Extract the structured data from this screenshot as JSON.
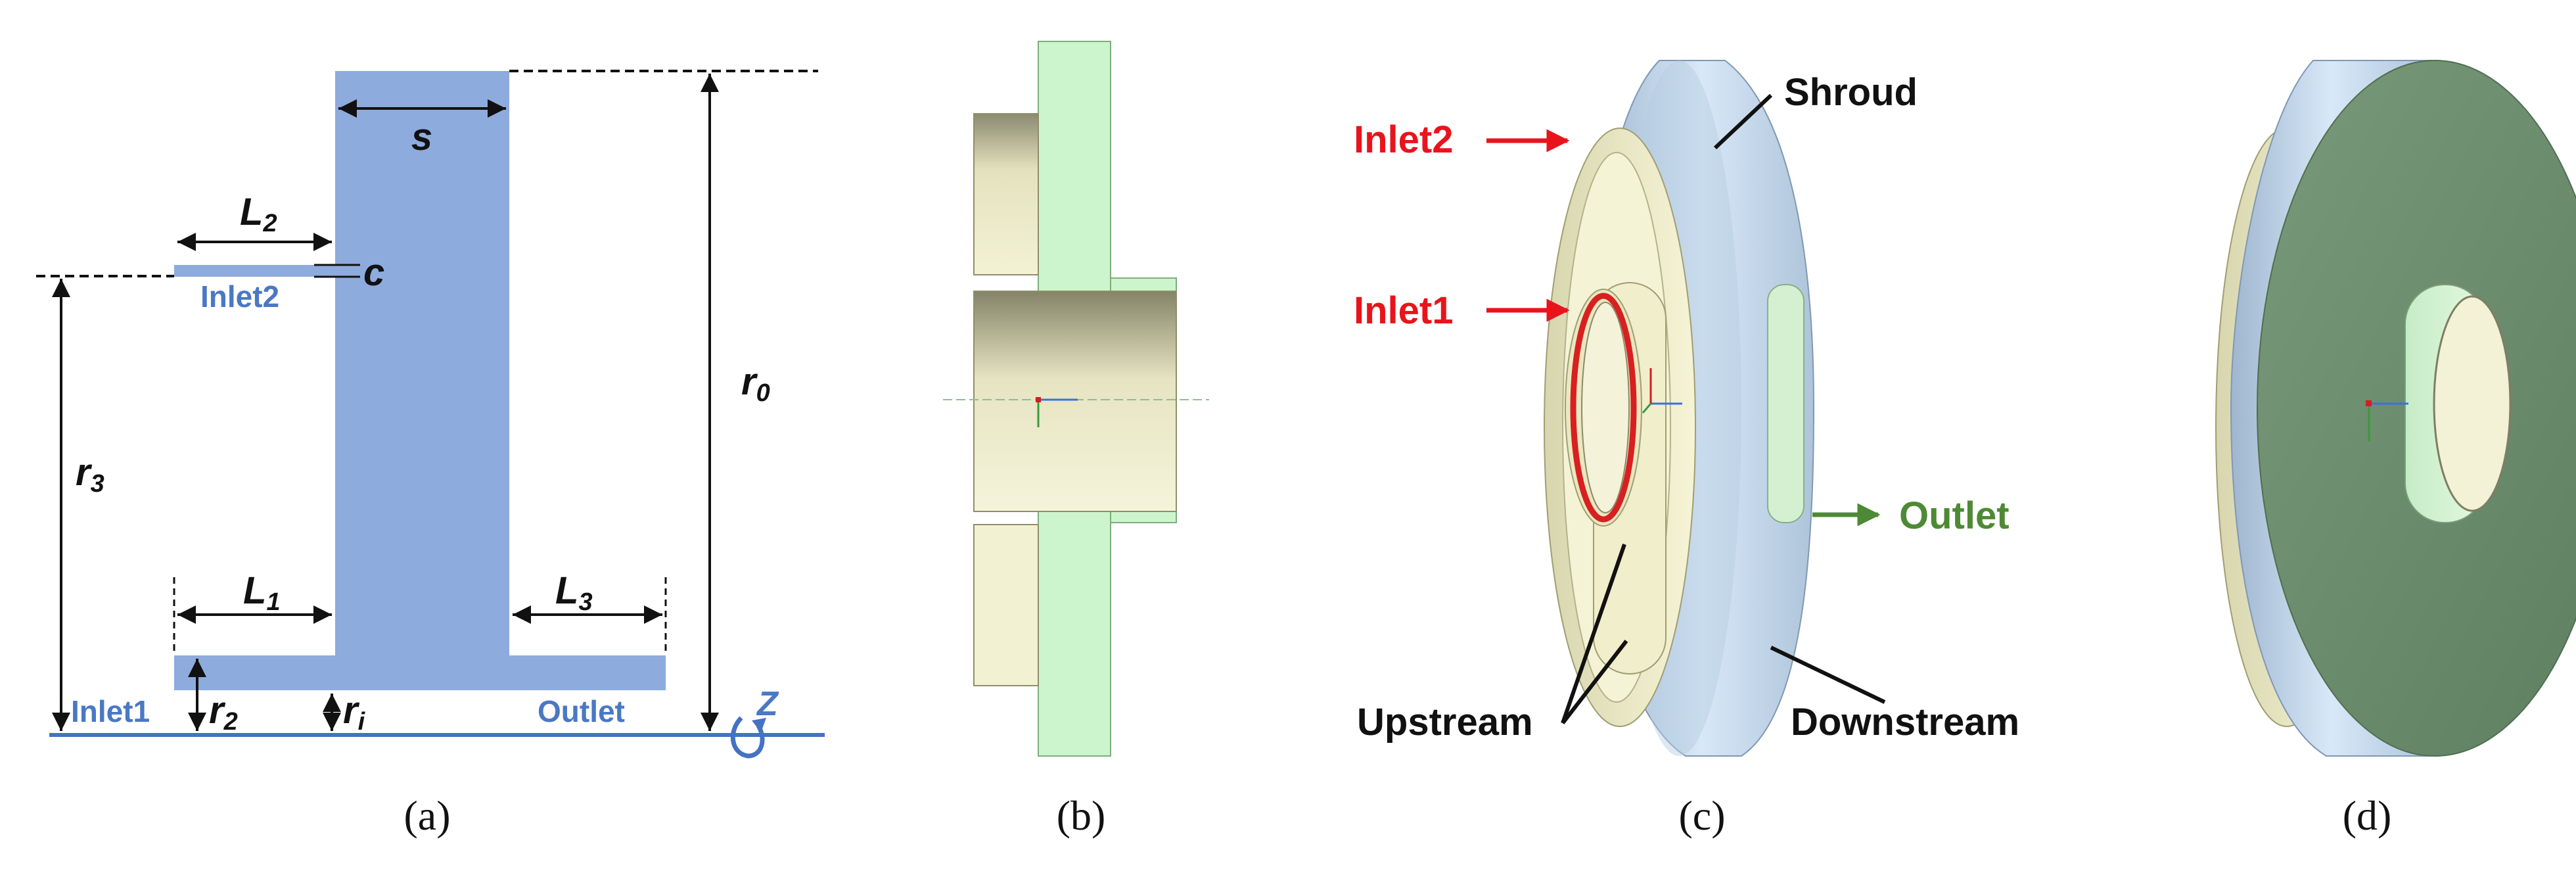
{
  "panel_a": {
    "dimensions": {
      "s": "s",
      "L2": "L",
      "L2_sub": "2",
      "c": "c",
      "r0": "r",
      "r0_sub": "0",
      "r3": "r",
      "r3_sub": "3",
      "L1": "L",
      "L1_sub": "1",
      "L3": "L",
      "L3_sub": "3",
      "r2": "r",
      "r2_sub": "2",
      "ri": "r",
      "ri_sub": "i"
    },
    "ports": {
      "inlet2": "Inlet2",
      "inlet1": "Inlet1",
      "outlet": "Outlet",
      "axis": "Z"
    },
    "colors": {
      "fluid": "#8eabdd",
      "axis_line": "#4472c4",
      "label": "#4a78c4"
    }
  },
  "panel_b": {
    "colors": {
      "rotor": "#cdf5cd",
      "stator": "#eeeec4"
    }
  },
  "panel_c": {
    "labels": {
      "inlet2": "Inlet2",
      "inlet1": "Inlet1",
      "shroud": "Shroud",
      "outlet": "Outlet",
      "upstream": "Upstream",
      "downstream": "Downstream"
    },
    "colors": {
      "inlet": "#e8141c",
      "outlet": "#4e8a35",
      "shroud": "#c9dcf0",
      "stator": "#f2f0c8",
      "rotor_hub": "#cdeccd"
    }
  },
  "panel_d": {
    "colors": {
      "disk_face": "#6a8c6a",
      "shroud": "#c9dcf0",
      "stator": "#f2f0c8"
    }
  },
  "captions": [
    "(a)",
    "(b)",
    "(c)",
    "(d)"
  ]
}
